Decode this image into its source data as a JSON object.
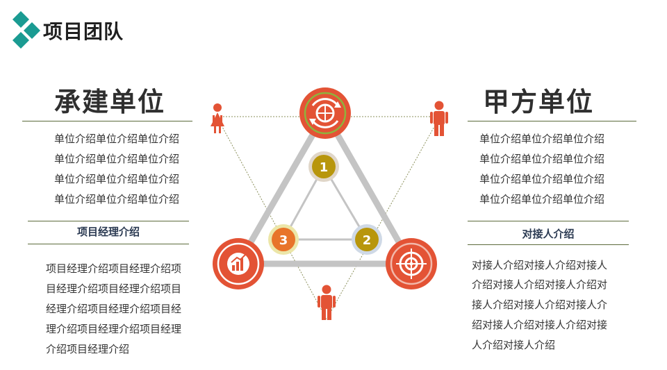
{
  "header": {
    "title": "项目团队"
  },
  "left": {
    "heading": "承建单位",
    "lines": [
      "单位介绍单位介绍单位介绍",
      "单位介绍单位介绍单位介绍",
      "单位介绍单位介绍单位介绍",
      "单位介绍单位介绍单位介绍"
    ],
    "subheading": "项目经理介绍",
    "sub_lines": [
      "项目经理介绍项目经理介绍项",
      "目经理介绍项目经理介绍项目",
      "经理介绍项目经理介绍项目经",
      "理介绍项目经理介绍项目经理",
      "介绍项目经理介绍"
    ]
  },
  "right": {
    "heading": "甲方单位",
    "lines": [
      "单位介绍单位介绍单位介绍",
      "单位介绍单位介绍单位介绍",
      "单位介绍单位介绍单位介绍",
      "单位介绍单位介绍单位介绍"
    ],
    "subheading": "对接人介绍",
    "sub_lines": [
      "对接人介绍对接人介绍对接人",
      "介绍对接人介绍对接人介绍对",
      "接人介绍对接人介绍对接人介",
      "绍对接人介绍对接人介绍对接",
      "人介绍对接人介绍"
    ]
  },
  "diagram": {
    "badges": [
      "1",
      "2",
      "3"
    ],
    "icons": [
      "globe-arrows-icon",
      "target-icon",
      "report-chart-icon",
      "female-person-icon",
      "male-person-icon"
    ],
    "colors": {
      "accent_red": "#e35335",
      "teal": "#1a9b92",
      "olive": "#b8960c",
      "orange": "#e8742a",
      "gray_line": "#c4c4c4"
    }
  }
}
